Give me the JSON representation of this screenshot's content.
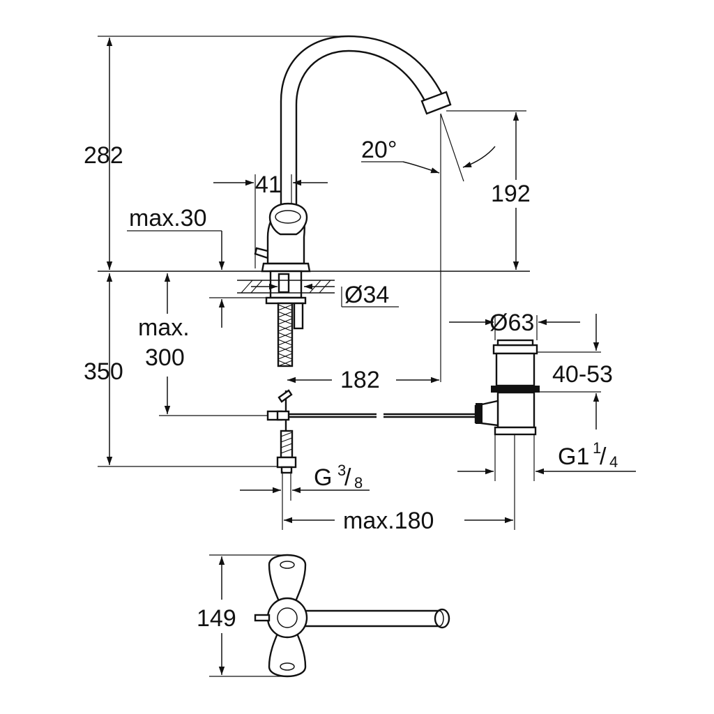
{
  "dimensions": {
    "total_height": "282",
    "handle_width": "41",
    "max_deck": "max.30",
    "spout_angle": "20°",
    "spout_height": "192",
    "hole_diameter": "Ø34",
    "below_deck_height": "350",
    "max_below_line1": "max.",
    "max_below_line2": "300",
    "spout_reach": "182",
    "waste_diameter": "Ø63",
    "waste_range": "40-53",
    "connection_g38_main": "G",
    "connection_g38_num": "3",
    "connection_g38_den": "8",
    "waste_thread_main": "G1",
    "waste_thread_num": "1",
    "waste_thread_den": "4",
    "max_rod": "max.180",
    "top_view_width": "149"
  }
}
